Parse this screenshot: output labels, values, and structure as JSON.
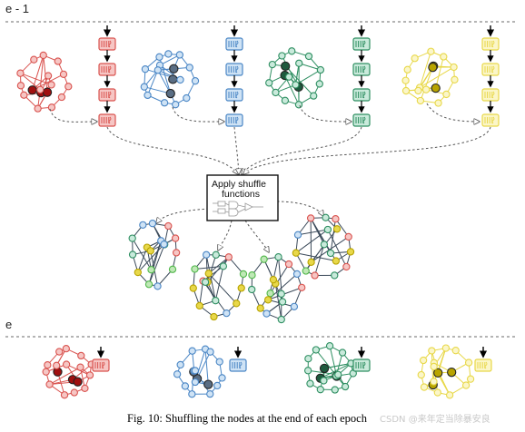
{
  "epoch_labels": {
    "previous": "e - 1",
    "current": "e"
  },
  "shuffle_box": {
    "line1": "Apply shuffle",
    "line2": "functions"
  },
  "caption": "Fig. 10: Shuffling the nodes at the end of each epoch",
  "watermark": "CSDN @来年定当除暴安良",
  "colors": {
    "red": "#d9534f",
    "red_light": "#f6c6c4",
    "red_dark": "#a01010",
    "blue": "#4a86c5",
    "blue_light": "#cfe3f5",
    "blue_dark": "#5a6e84",
    "green": "#2f8f62",
    "green_light": "#c9eadb",
    "green_dark": "#1e5a3e",
    "yellow": "#e8d84a",
    "yellow_light": "#fbf6c8",
    "yellow_dark": "#b8a400",
    "lime": "#52b84c",
    "dashed_line": "#888888"
  }
}
